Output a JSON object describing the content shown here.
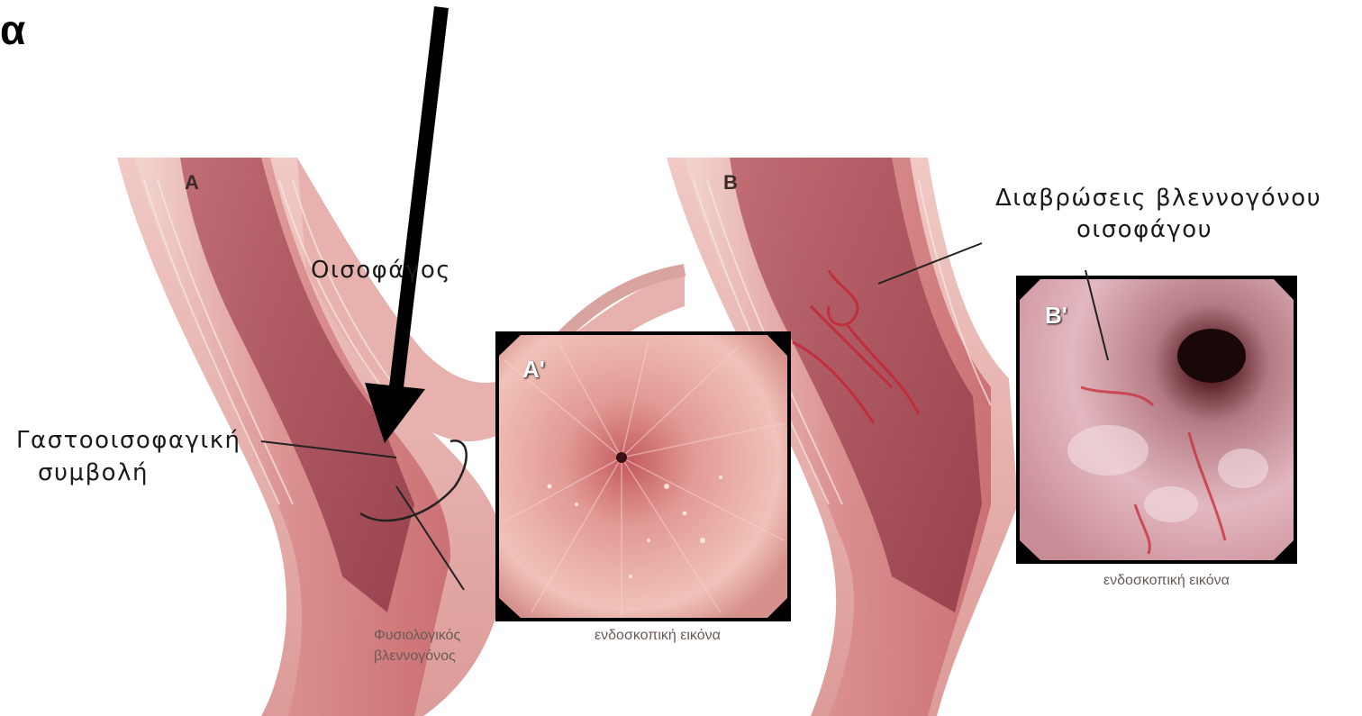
{
  "corner_label": "α",
  "panel_a": {
    "letter": "A",
    "inset_letter": "A'",
    "esophagus_label": "Οισοφάγος",
    "gej_label_line1": "Γαστοοισοφαγική",
    "gej_label_line2": "συμβολή",
    "mucosa_label_line1": "Φυσιολογικός",
    "mucosa_label_line2": "βλεννογόνος",
    "endoscopic_caption": "ενδοσκοπική εικόνα"
  },
  "panel_b": {
    "letter": "B",
    "inset_letter": "B'",
    "erosion_label_line1": "Διαβρώσεις βλεννογόνου",
    "erosion_label_line2": "οισοφάγου",
    "endoscopic_caption": "ενδοσκοπική εικόνα"
  }
}
